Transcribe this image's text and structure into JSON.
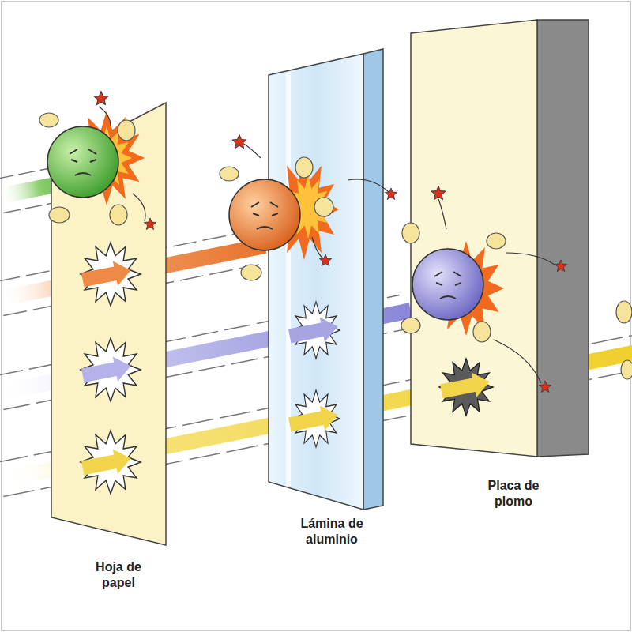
{
  "diagram": {
    "labels": [
      "Hoja de papel",
      "Lámina de aluminio",
      "Placa de plomo"
    ]
  }
}
